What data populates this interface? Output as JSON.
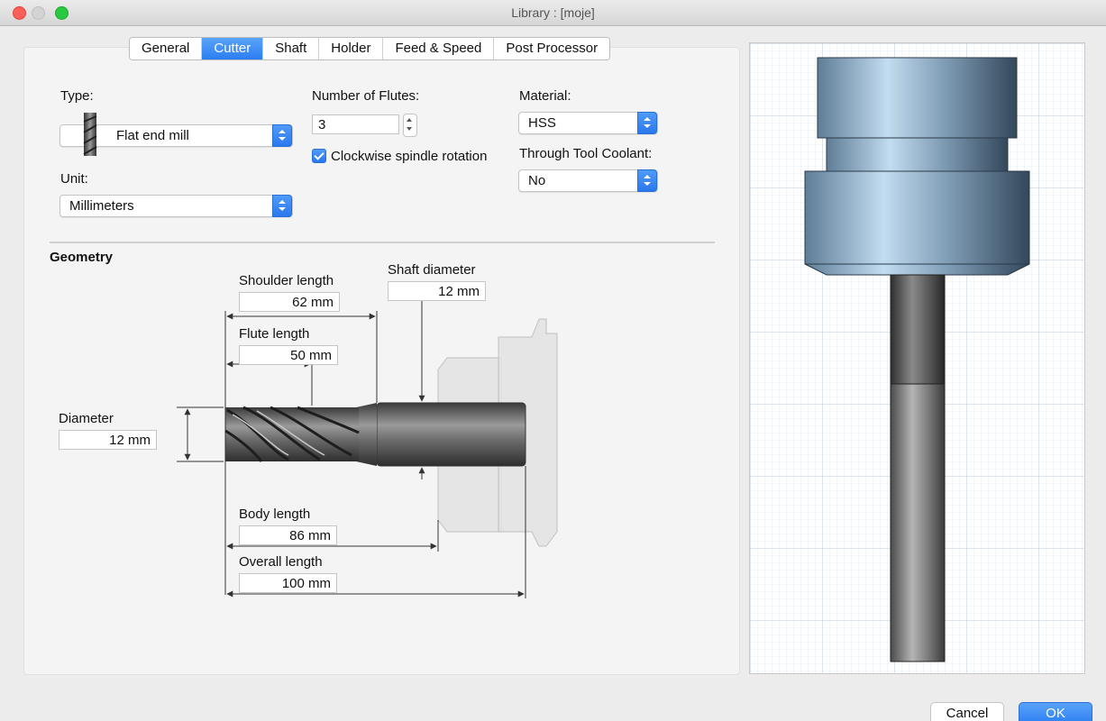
{
  "window": {
    "title": "Library : [moje]"
  },
  "tabs": [
    "General",
    "Cutter",
    "Shaft",
    "Holder",
    "Feed & Speed",
    "Post Processor"
  ],
  "active_tab": "Cutter",
  "form": {
    "type_label": "Type:",
    "type_value": "Flat end mill",
    "unit_label": "Unit:",
    "unit_value": "Millimeters",
    "flutes_label": "Number of Flutes:",
    "flutes_value": "3",
    "clockwise_label": "Clockwise spindle rotation",
    "clockwise_checked": true,
    "material_label": "Material:",
    "material_value": "HSS",
    "coolant_label": "Through Tool Coolant:",
    "coolant_value": "No"
  },
  "geometry": {
    "title": "Geometry",
    "shoulder_length_label": "Shoulder length",
    "shoulder_length_value": "62 mm",
    "shaft_diameter_label": "Shaft diameter",
    "shaft_diameter_value": "12 mm",
    "flute_length_label": "Flute length",
    "flute_length_value": "50 mm",
    "diameter_label": "Diameter",
    "diameter_value": "12 mm",
    "body_length_label": "Body length",
    "body_length_value": "86 mm",
    "overall_length_label": "Overall length",
    "overall_length_value": "100 mm"
  },
  "buttons": {
    "cancel": "Cancel",
    "ok": "OK"
  },
  "colors": {
    "accent": "#2b7ef2",
    "holder": "#8fb0cc",
    "tool": "#5a5a5a"
  }
}
